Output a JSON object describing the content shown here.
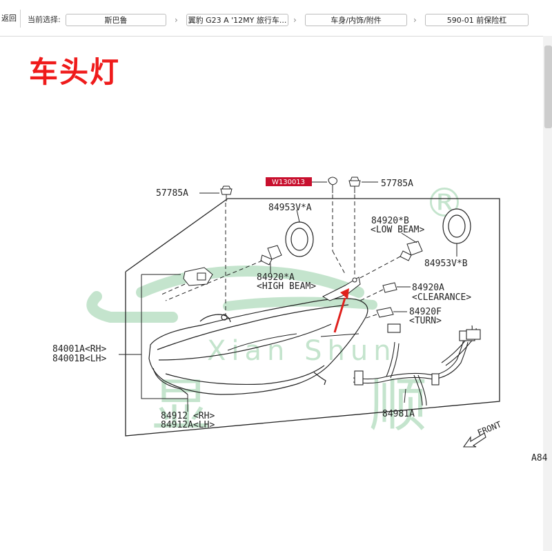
{
  "toolbar": {
    "back_label": "返回",
    "current_selection_label": "当前选择:",
    "breadcrumbs": [
      "斯巴鲁",
      "翼豹 G23 A '12MY 旅行车...",
      "车身/内饰/附件",
      "590-01 前保险杠"
    ],
    "separator": "›"
  },
  "page_title": "车头灯",
  "diagram": {
    "part_labels": {
      "p57785a_left": "57785A",
      "p57785a_right": "57785A",
      "w130013": "W130013",
      "p84953v_a": "84953V*A",
      "p84920_b": "84920*B",
      "low_beam": "<LOW BEAM>",
      "p84953v_b": "84953V*B",
      "p84920_a": "84920*A",
      "high_beam": "<HIGH BEAM>",
      "p84920a": "84920A",
      "clearance": "<CLEARANCE>",
      "p84920f": "84920F",
      "turn": "<TURN>",
      "p84001a": "84001A<RH>",
      "p84001b": "84001B<LH>",
      "p84912": "84912  <RH>",
      "p84912a": "84912A<LH>",
      "p84981a": "84981A",
      "front": "FRONT",
      "ref_code": "A84"
    },
    "watermark": {
      "text": "Xian Shun",
      "registered_mark": "®",
      "chars": [
        "显",
        "顺"
      ]
    },
    "colors": {
      "title_red": "#ef1b1b",
      "watermark_green": "#2fa24e",
      "tag_red": "#c8102e",
      "arrow_red": "#e0201c",
      "line": "#222222"
    }
  }
}
